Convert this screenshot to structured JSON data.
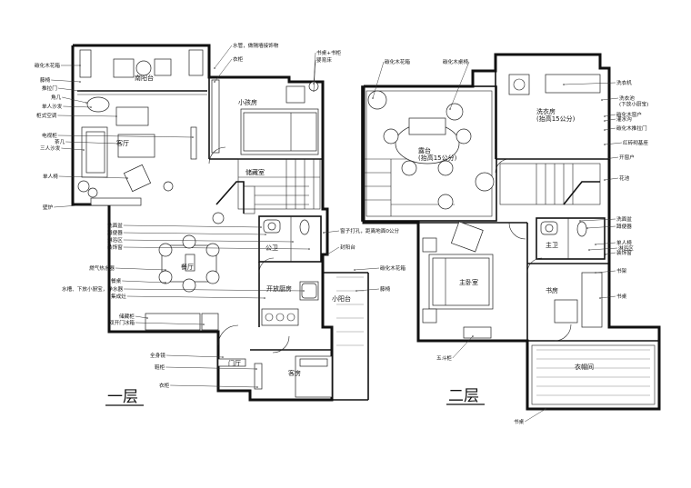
{
  "floors": [
    {
      "title": "一层",
      "rooms": [
        "南阳台",
        "小孩房",
        "客厅",
        "储藏室",
        "餐厅",
        "公卫",
        "开放厨房",
        "小阳台",
        "门厅",
        "客房"
      ],
      "labels": [
        "碳化木花箱",
        "藤椅",
        "推拉门",
        "角几",
        "单人沙发",
        "柜式空调",
        "电视柜",
        "茶几",
        "三人沙发",
        "单人椅",
        "壁炉",
        "水管，做隔墙接饰物",
        "衣柜",
        "书桌+书柜",
        "婴育床",
        "洗面盆",
        "蹲便器",
        "淋浴区",
        "装饰窗",
        "燃气热水器",
        "餐桌",
        "水槽、下放小厨宝，净水器",
        "集成灶",
        "储藏柜",
        "双开门冰箱",
        "窗子打孔，距离地面0公分",
        "封阳台",
        "碳化木花箱",
        "藤椅",
        "全身镜",
        "鞋柜",
        "衣柜"
      ]
    },
    {
      "title": "二层",
      "rooms": [
        "露台\n(抬高15公分)",
        "洗衣房\n(抬高15公分)",
        "主卫",
        "主卧室",
        "书房",
        "衣帽间"
      ],
      "labels": [
        "碳化木花箱",
        "碳化木桌椅",
        "洗衣机",
        "洗衣池\n(下放小厨宝)",
        "碳化木窗户",
        "灌水沟",
        "碳化木推拉门",
        "红砖砌基座",
        "开窗户",
        "花池",
        "洗面盆",
        "蹲便器",
        "单人椅",
        "淋浴区",
        "装饰窗",
        "书架",
        "书桌",
        "五斗柜",
        "书桌"
      ]
    }
  ]
}
